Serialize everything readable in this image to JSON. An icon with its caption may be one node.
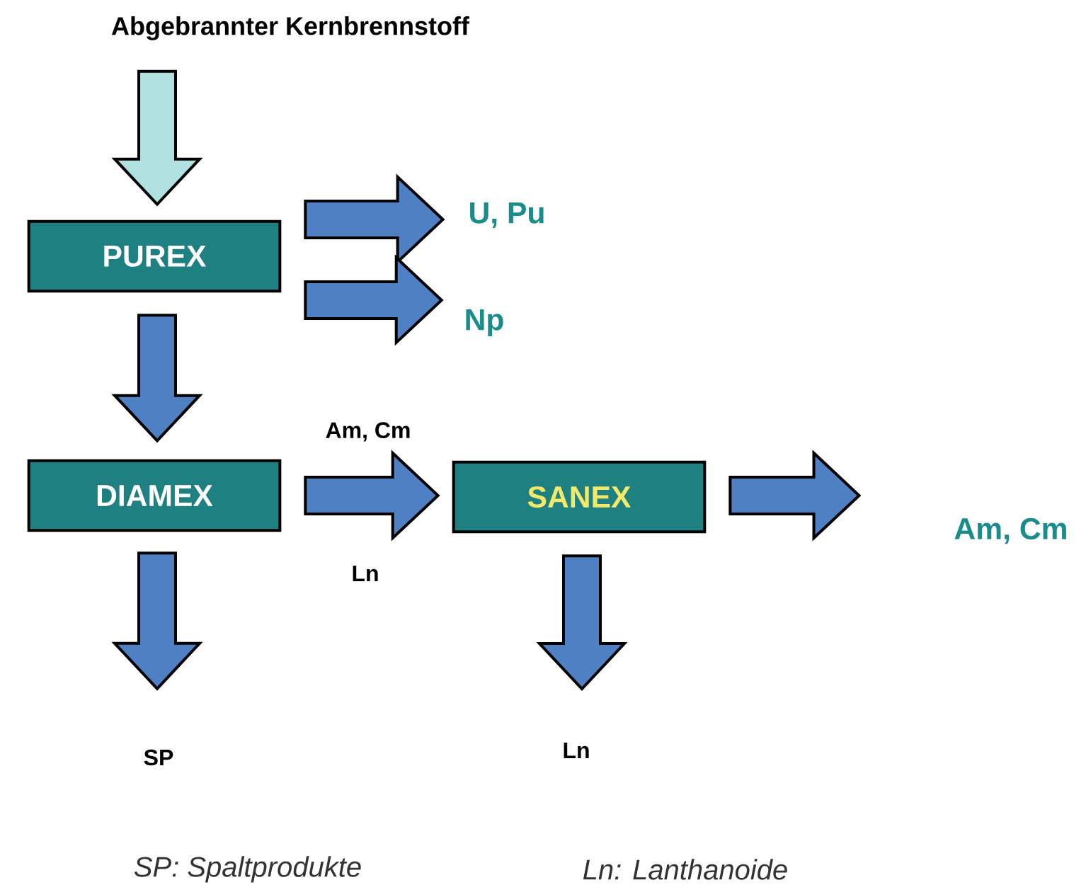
{
  "diagram": {
    "nodes": [
      {
        "text": [
          "Abgebrannter Kernbrennstoff"
        ]
      },
      {
        "text": [
          "PUREX"
        ]
      },
      {
        "text": [
          "U, Pu"
        ]
      },
      {
        "text": [
          "Np"
        ]
      },
      {
        "text": [
          "DIAMEX"
        ]
      },
      {
        "text": [
          "SANEX"
        ]
      },
      {
        "text": [
          "Am, Cm"
        ]
      },
      {
        "text": [
          "SP"
        ]
      },
      {
        "text": [
          "Ln"
        ]
      }
    ],
    "edges": [
      {
        "from": 0,
        "to": 1,
        "arrow": "to",
        "color": "#b0e0e0"
      },
      {
        "from": 1,
        "to": 2,
        "arrow": "to"
      },
      {
        "from": 1,
        "to": 3,
        "arrow": "to"
      },
      {
        "from": 1,
        "to": 4,
        "arrow": "to"
      },
      {
        "from": 4,
        "to": 5,
        "arrow": "to",
        "label": "Am, Cm"
      },
      {
        "from": 5,
        "to": 6,
        "arrow": "to"
      },
      {
        "from": 4,
        "to": 7,
        "arrow": "to"
      },
      {
        "from": 5,
        "to": 8,
        "arrow": "to"
      }
    ],
    "labels": [
      "Ln",
      "SP: Spaltprodukte",
      "Ln: Lanthanoide"
    ]
  }
}
